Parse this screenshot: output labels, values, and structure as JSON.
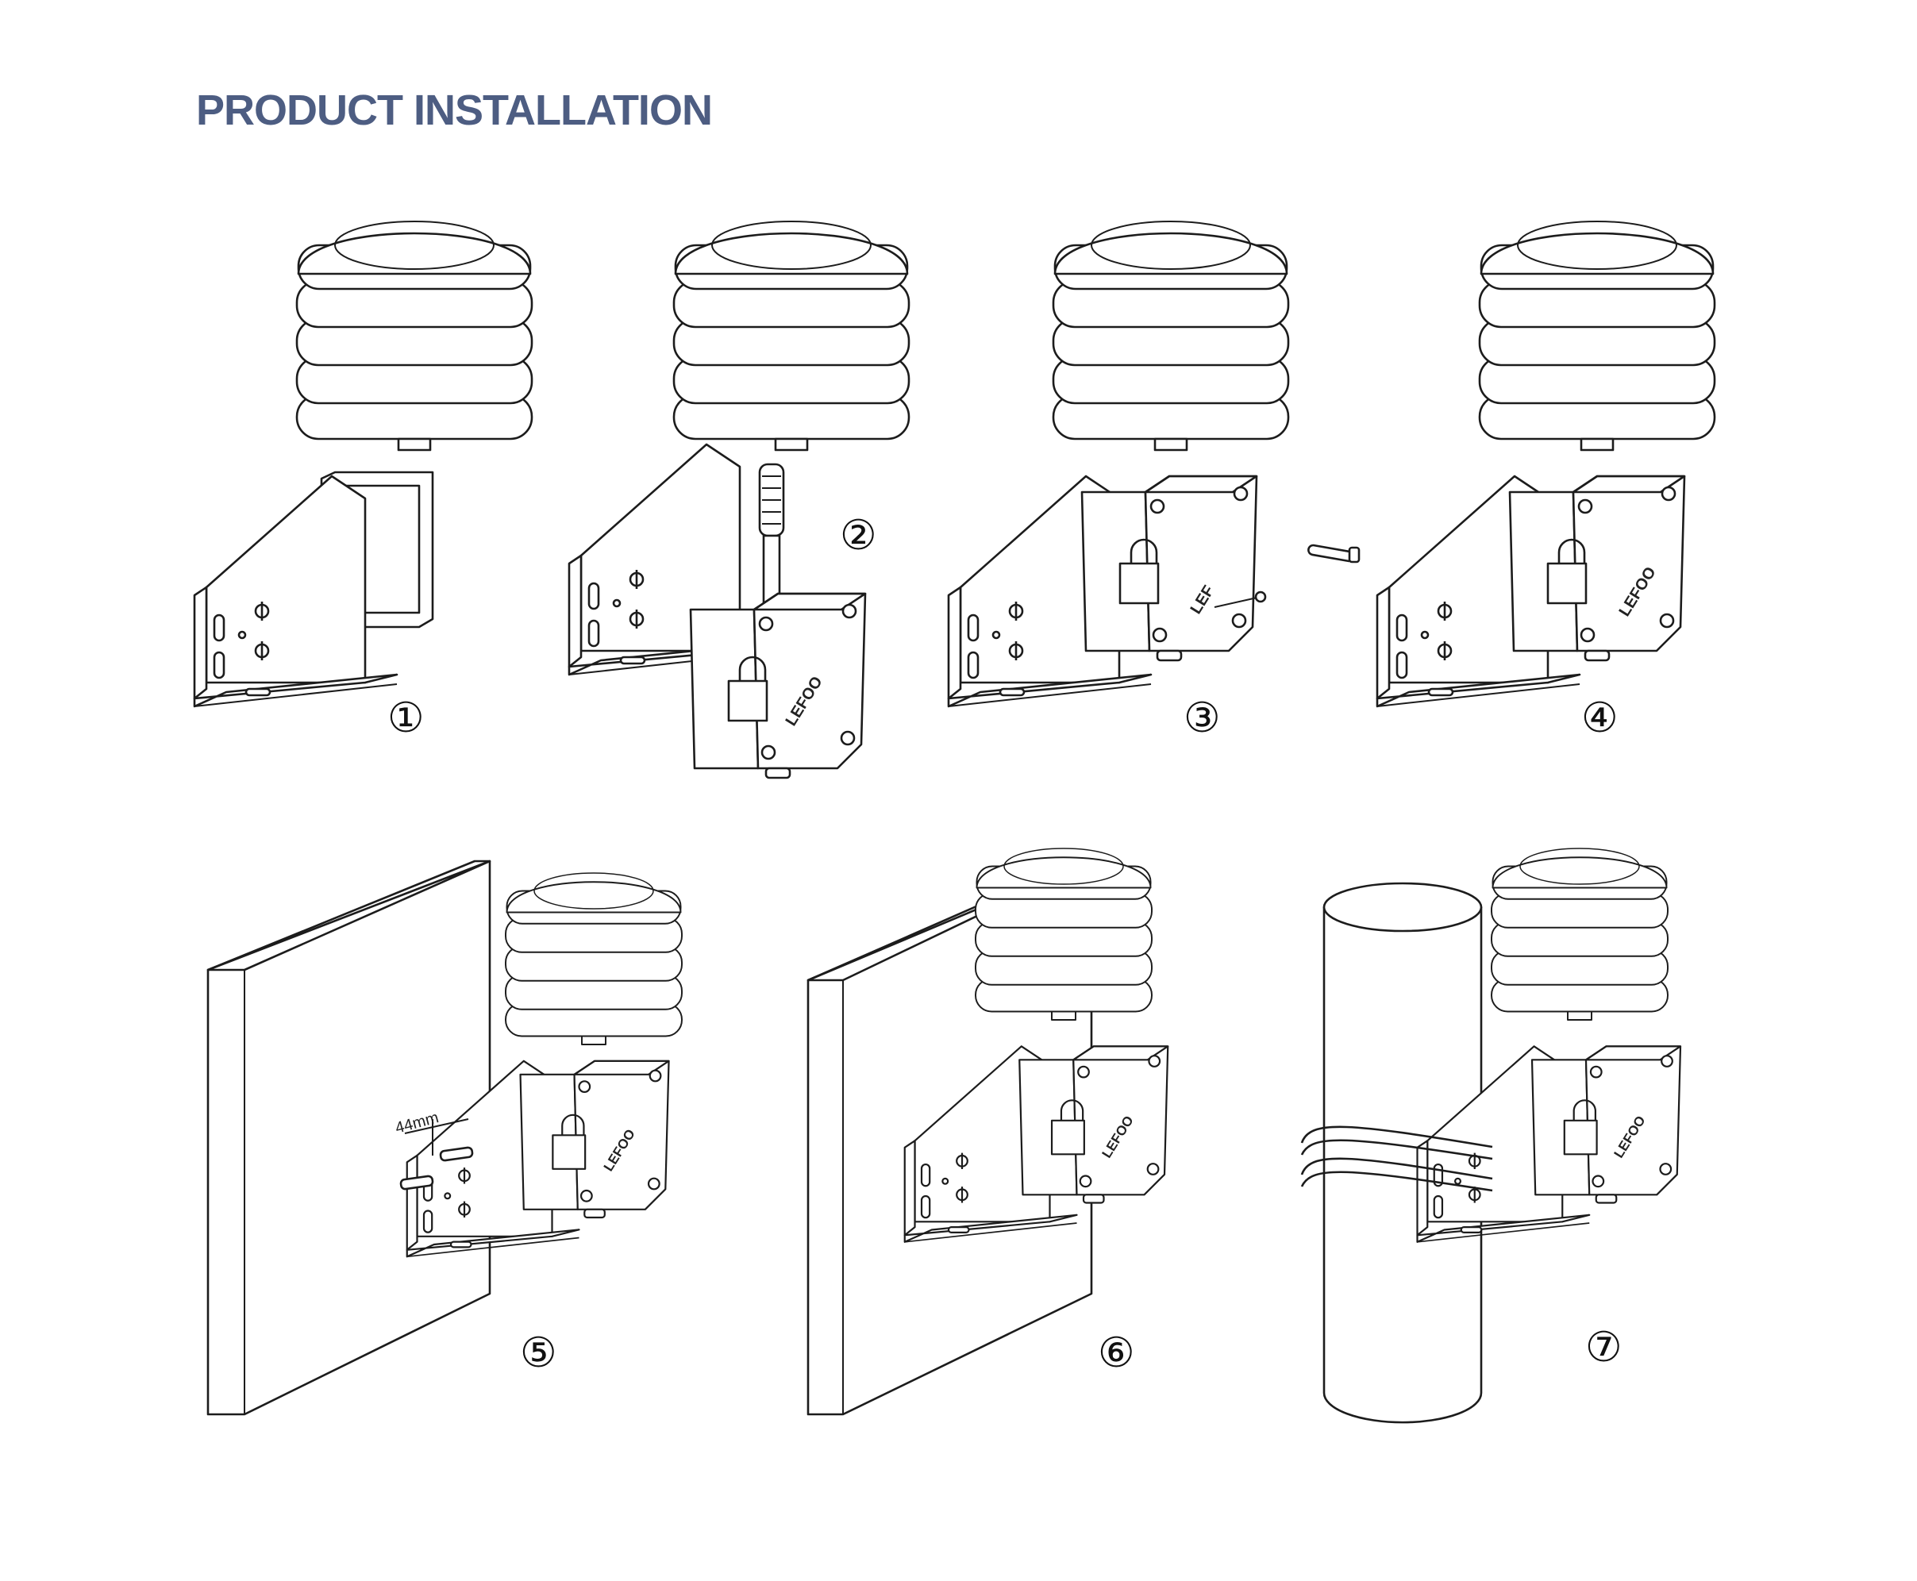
{
  "title": "PRODUCT INSTALLATION",
  "steps": [
    "①",
    "②",
    "③",
    "④",
    "⑤",
    "⑥",
    "⑦"
  ],
  "brand": "LEFOO",
  "brand_partial": "LEF",
  "dimension_label": "44mm",
  "colors": {
    "title": "#4d5d82",
    "line": "#1c1c1c"
  }
}
